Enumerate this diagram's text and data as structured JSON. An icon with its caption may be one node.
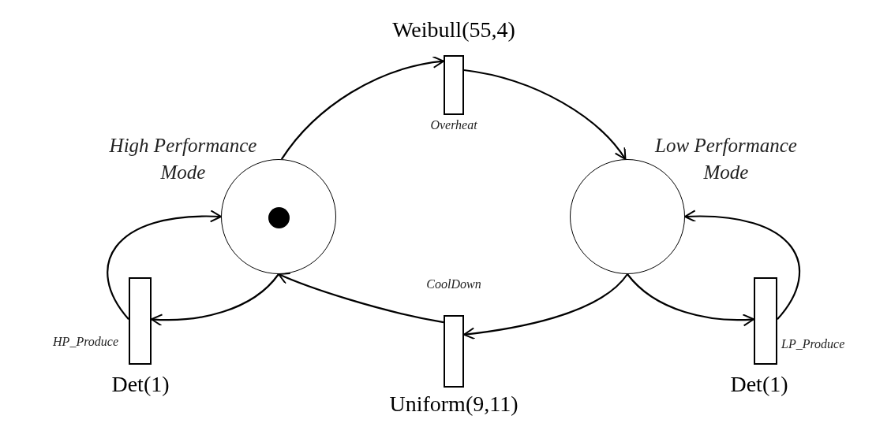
{
  "diagram": {
    "nodes": [
      {
        "text": [
          "High Performance Mode"
        ]
      },
      {
        "text": [
          "Overheat"
        ],
        "beside": [
          "Weibull(55,4)"
        ]
      },
      {
        "text": [
          "Low Performance Mode"
        ]
      },
      {
        "text": [
          "CoolDown"
        ],
        "beside": [
          "Uniform(9,11)"
        ]
      },
      {
        "text": [
          "HP_Produce"
        ],
        "beside": [
          "Det(1)"
        ]
      },
      {
        "text": [
          "LP_Produce"
        ],
        "beside": [
          "Det(1)"
        ]
      },
      {
        "text": [],
        "shape": "circle",
        "in": 0
      }
    ],
    "edges": [
      {
        "from": 0,
        "to": 1,
        "arrow": "to"
      },
      {
        "from": 1,
        "to": 2,
        "arrow": "to"
      },
      {
        "from": 2,
        "to": 3,
        "arrow": "to"
      },
      {
        "from": 3,
        "to": 0,
        "arrow": "to"
      },
      {
        "from": 0,
        "to": 4,
        "arrow": "to"
      },
      {
        "from": 4,
        "to": 0,
        "arrow": "to"
      },
      {
        "from": 2,
        "to": 5,
        "arrow": "to"
      },
      {
        "from": 5,
        "to": 2,
        "arrow": "to"
      }
    ]
  }
}
